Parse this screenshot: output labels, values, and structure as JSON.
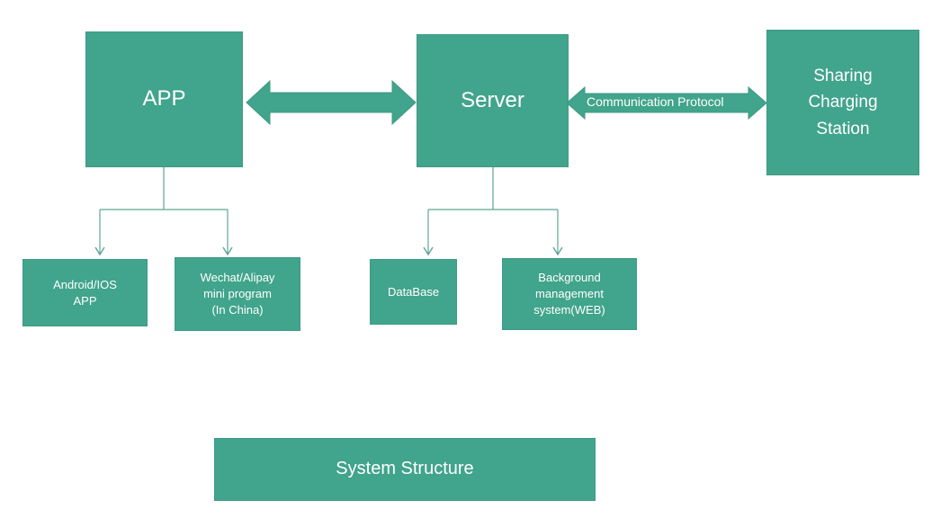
{
  "diagram": {
    "title": "System Structure",
    "theme": {
      "node_fill": "#41a48c",
      "node_border": "#3f9a84",
      "node_text": "#ffffff",
      "connector": "#5ca795",
      "background": "#ffffff"
    },
    "nodes": {
      "app": {
        "label": "APP"
      },
      "server": {
        "label": "Server"
      },
      "station": {
        "label": "Sharing\nCharging\nStation"
      },
      "android_app": {
        "label": "Android/IOS\nAPP"
      },
      "wechat_alipay": {
        "label": "Wechat/Alipay\nmini program\n(In China)"
      },
      "database": {
        "label": "DataBase"
      },
      "background_system": {
        "label": "Background\nmanagement\nsystem(WEB)"
      },
      "caption": {
        "label": "System Structure"
      }
    },
    "edges": {
      "app_server": {
        "label": "",
        "style": "double-headed-arrow"
      },
      "server_station": {
        "label": "Communication Protocol",
        "style": "double-headed-arrow"
      },
      "app_children": {
        "style": "tree-branch",
        "targets": [
          "android_app",
          "wechat_alipay"
        ]
      },
      "server_children": {
        "style": "tree-branch",
        "targets": [
          "database",
          "background_system"
        ]
      }
    }
  }
}
